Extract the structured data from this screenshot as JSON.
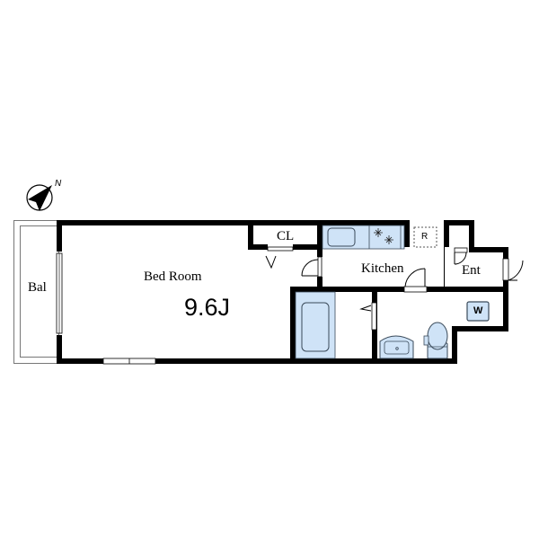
{
  "floor_plan": {
    "compass": {
      "label": "N",
      "icon": "north-arrow-icon"
    },
    "rooms": {
      "balcony": {
        "label": "Bal"
      },
      "bedroom": {
        "label": "Bed Room",
        "area": "9.6J"
      },
      "closet": {
        "label": "CL"
      },
      "kitchen": {
        "label": "Kitchen"
      },
      "entrance": {
        "label": "Ent"
      },
      "refrigerator": {
        "label": "R"
      },
      "washer": {
        "label": "W"
      }
    },
    "colors": {
      "wall": "#000000",
      "fixture_fill": "#cfe3f7",
      "fixture_stroke": "#3a4a5a",
      "balcony_line": "#666666"
    }
  }
}
